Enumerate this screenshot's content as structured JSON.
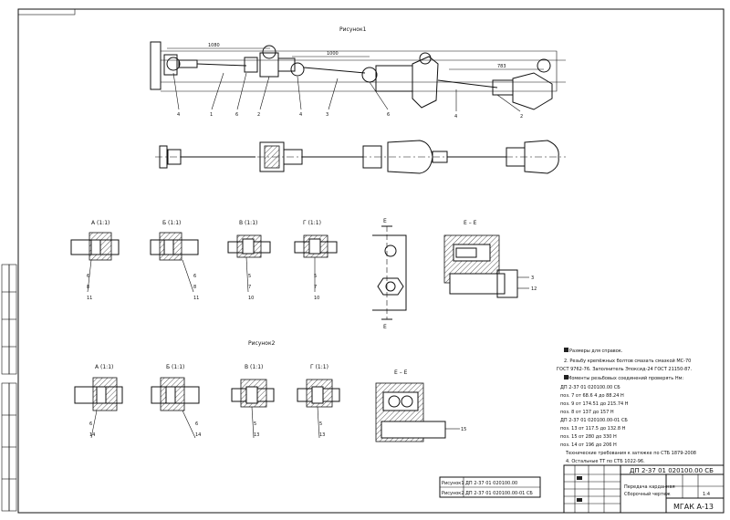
{
  "figure1": {
    "title": "Рисунок1",
    "dims": [
      "1080",
      "1000",
      "783"
    ],
    "callouts_top": [
      "4",
      "1",
      "6",
      "2",
      "4",
      "3",
      "6",
      "4",
      "2"
    ]
  },
  "figure2": {
    "title": "Рисунок2"
  },
  "sections1": [
    {
      "label": "А (1:1)",
      "nums": [
        "6",
        "8",
        "11"
      ]
    },
    {
      "label": "Б (1:1)",
      "nums": [
        "6",
        "8",
        "11"
      ]
    },
    {
      "label": "В (1:1)",
      "nums": [
        "5",
        "7",
        "10"
      ]
    },
    {
      "label": "Г (1:1)",
      "nums": [
        "5",
        "7",
        "10"
      ]
    }
  ],
  "sections2": [
    {
      "label": "А (1:1)",
      "nums": [
        "6",
        "14"
      ]
    },
    {
      "label": "Б (1:1)",
      "nums": [
        "6",
        "14"
      ]
    },
    {
      "label": "В (1:1)",
      "nums": [
        "5",
        "13"
      ]
    },
    {
      "label": "Г (1:1)",
      "nums": [
        "5",
        "13"
      ]
    }
  ],
  "view_e": {
    "mark": "Е",
    "section": "Е – Е",
    "nums": [
      "3",
      "12"
    ]
  },
  "view_e2": {
    "section": "Е – Е",
    "num": "15"
  },
  "notes": [
    "Размеры для справок.",
    "2. Резьбу крепёжных болтов смазать смазкой МС-70",
    "ГОСТ 9762-76. Заполнитель Эпоксид-24 ГОСТ 21150-87.",
    "Моменты резьбовых соединений проверять Нм:",
    "ДП 2-37 01 020100.00 СБ",
    "поз. 7 от 68.6 4 до 88.24 Н",
    "поз. 9 от 174.51 до 215.74 Н",
    "поз. 8 от 137 до 157 Н",
    "ДП 2-37 01 020100.00-01 СБ",
    "поз. 13 от 117.5 до 132.8 Н",
    "поз. 15 от 280 до 330 Н",
    "поз. 14 от 196 до 206 Н",
    "Технические требования к затяжке по СТБ 1879-2008",
    "4. Остальные ТТ по СТБ 1022-96."
  ],
  "spec_table": [
    {
      "name": "Рисунок1",
      "code": "ДП 2-37 01 020100.00"
    },
    {
      "name": "Рисунок2",
      "code": "ДП 2-37 01 020100.00-01 СБ"
    }
  ],
  "title_block": {
    "doc_code": "ДП 2-37 01 020100.00 СБ",
    "name_line1": "Передача карданная",
    "name_line2": "Сборочный чертеж",
    "scale": "1:4",
    "org": "МГАК А-13"
  }
}
